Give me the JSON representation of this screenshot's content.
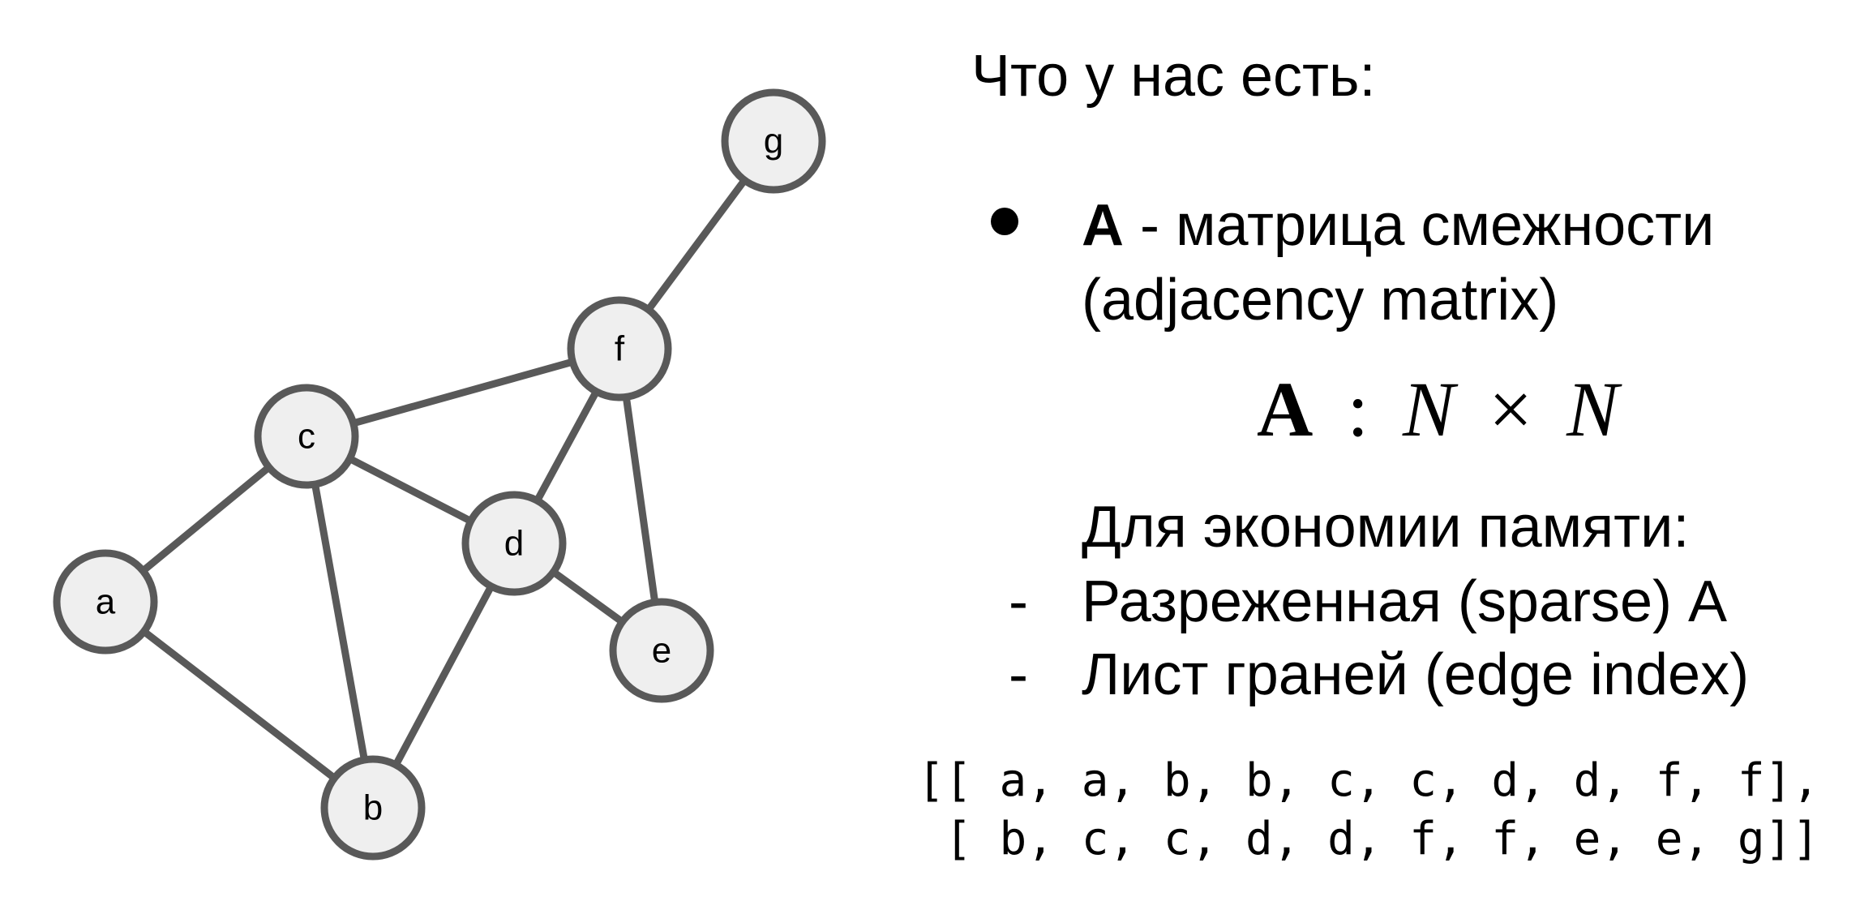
{
  "graph": {
    "nodes": [
      {
        "id": "a",
        "label": "a"
      },
      {
        "id": "b",
        "label": "b"
      },
      {
        "id": "c",
        "label": "c"
      },
      {
        "id": "d",
        "label": "d"
      },
      {
        "id": "e",
        "label": "e"
      },
      {
        "id": "f",
        "label": "f"
      },
      {
        "id": "g",
        "label": "g"
      }
    ],
    "edges": [
      [
        "a",
        "c"
      ],
      [
        "a",
        "b"
      ],
      [
        "b",
        "c"
      ],
      [
        "b",
        "d"
      ],
      [
        "c",
        "d"
      ],
      [
        "c",
        "f"
      ],
      [
        "d",
        "f"
      ],
      [
        "d",
        "e"
      ],
      [
        "f",
        "e"
      ],
      [
        "f",
        "g"
      ]
    ]
  },
  "text": {
    "heading": "Что у нас есть:",
    "bullet_bold": "A",
    "bullet_rest": " - матрица смежности",
    "bullet_line2": "(adjacency matrix)",
    "formula_a": "A",
    "formula_colon": ":",
    "formula_n1": "N",
    "formula_times": "×",
    "formula_n2": "N",
    "memory_heading": "Для экономии памяти:",
    "dash": "-",
    "option1": "Разреженная (sparse) A",
    "option2": "Лист граней (edge index)",
    "edge_index_row1": "[[ a, a, b, b, c, c, d, d, f, f],",
    "edge_index_row2": " [ b, c, c, d, d, f, f, e, e, g]]"
  },
  "colors": {
    "node_fill": "#efefef",
    "node_stroke": "#595959",
    "edge": "#595959",
    "text": "#000000",
    "background": "#ffffff"
  }
}
